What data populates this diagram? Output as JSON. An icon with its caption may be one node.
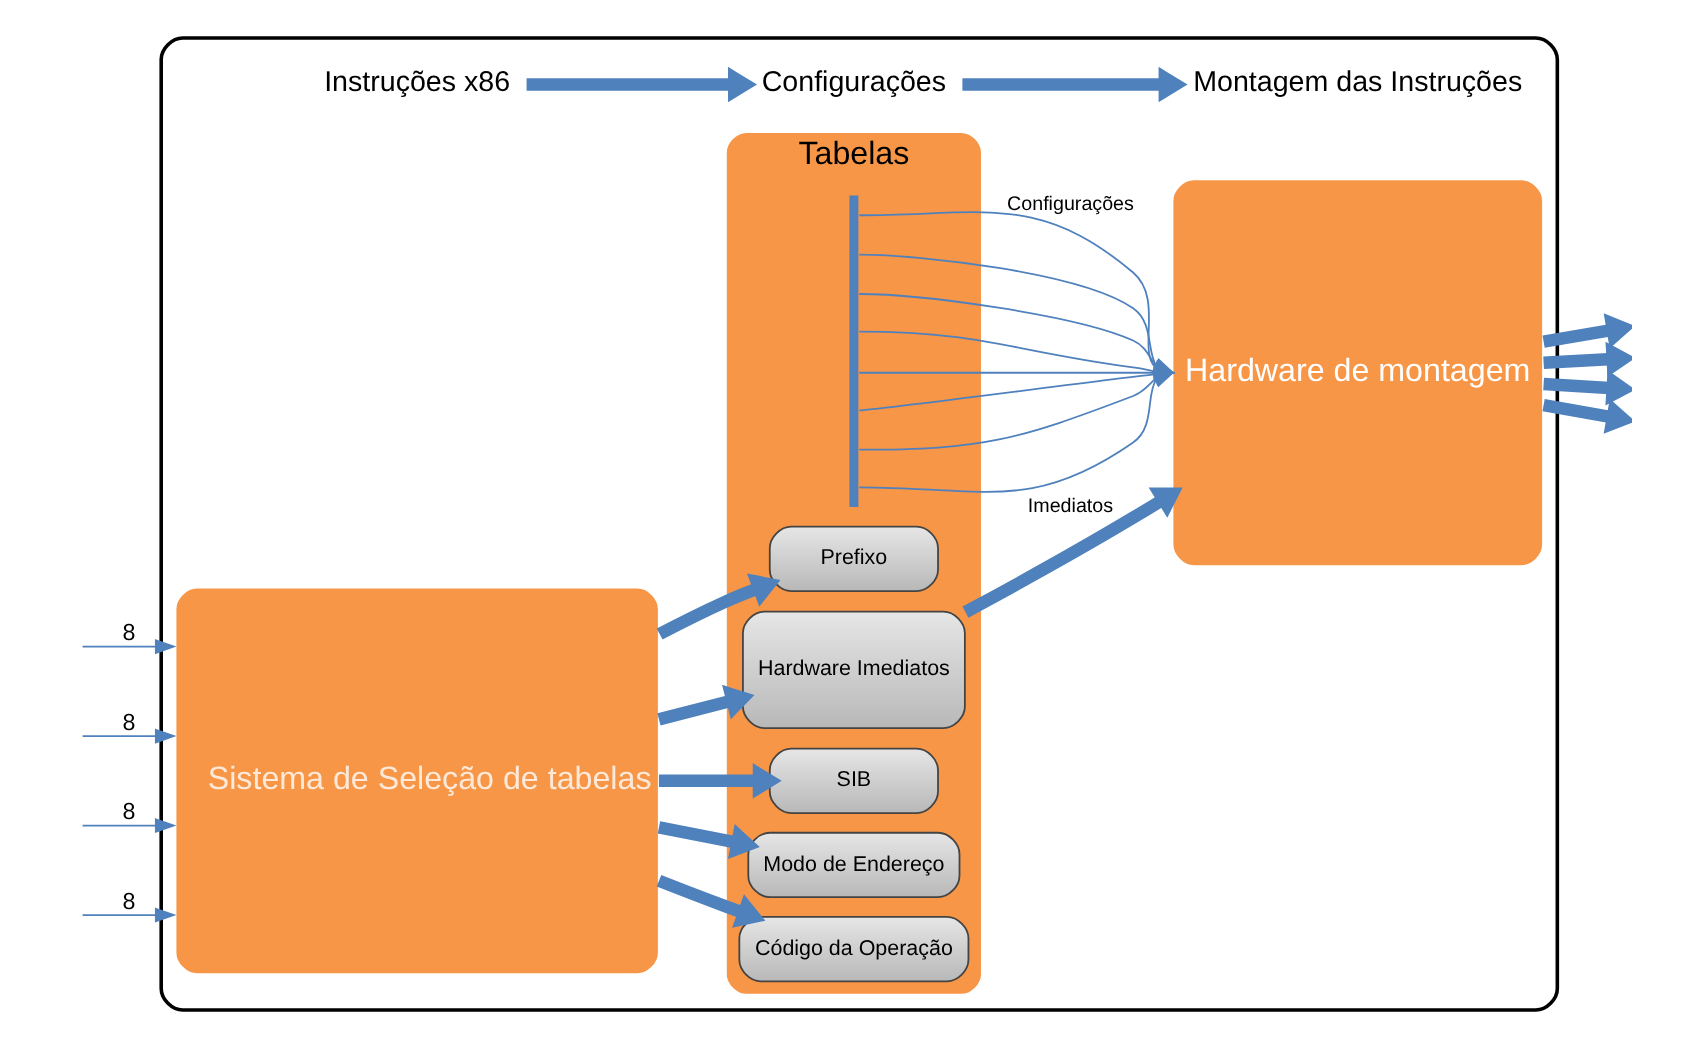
{
  "diagram": {
    "nodes": [
      {
        "text": [],
        "shape": "box"
      },
      {
        "text": [
          "Instruções x86"
        ],
        "in": 0
      },
      {
        "text": [
          "Configurações"
        ],
        "in": 0
      },
      {
        "text": [
          "Montagem das Instruções"
        ],
        "in": 0
      },
      {
        "text": [
          "Sistema de Seleção de tabelas"
        ],
        "in": 0
      },
      {
        "text": [
          "Tabelas"
        ],
        "in": 0
      },
      {
        "text": [
          "Prefixo"
        ],
        "in": 5
      },
      {
        "text": [
          "Código da Operação"
        ],
        "in": 5
      },
      {
        "text": [
          "Modo de Endereço"
        ],
        "in": 5
      },
      {
        "text": [
          "SIB"
        ],
        "in": 5
      },
      {
        "text": [
          "Hardware Imediatos"
        ],
        "in": 5
      },
      {
        "text": [],
        "shape": "bar",
        "in": 5
      },
      {
        "text": [
          "Hardware de montagem"
        ],
        "in": 0
      }
    ],
    "edges": [
      {
        "from": 1,
        "to": 2,
        "arrow": "to",
        "style": "thick"
      },
      {
        "from": 2,
        "to": 3,
        "arrow": "to",
        "style": "thick"
      },
      {
        "from": null,
        "to": 4,
        "arrow": "to",
        "label": "8"
      },
      {
        "from": null,
        "to": 4,
        "arrow": "to",
        "label": "8"
      },
      {
        "from": null,
        "to": 4,
        "arrow": "to",
        "label": "8"
      },
      {
        "from": null,
        "to": 4,
        "arrow": "to",
        "label": "8"
      },
      {
        "from": 4,
        "to": 6,
        "arrow": "to",
        "style": "thick"
      },
      {
        "from": 4,
        "to": 7,
        "arrow": "to",
        "style": "thick"
      },
      {
        "from": 4,
        "to": 8,
        "arrow": "to",
        "style": "thick"
      },
      {
        "from": 4,
        "to": 9,
        "arrow": "to",
        "style": "thick"
      },
      {
        "from": 4,
        "to": 10,
        "arrow": "to",
        "style": "thick"
      },
      {
        "from": 11,
        "to": 12,
        "arrow": "to",
        "label": "Configurações"
      },
      {
        "from": 11,
        "to": 12,
        "arrow": "to"
      },
      {
        "from": 11,
        "to": 12,
        "arrow": "to"
      },
      {
        "from": 11,
        "to": 12,
        "arrow": "to"
      },
      {
        "from": 11,
        "to": 12,
        "arrow": "to"
      },
      {
        "from": 11,
        "to": 12,
        "arrow": "to"
      },
      {
        "from": 11,
        "to": 12,
        "arrow": "to"
      },
      {
        "from": 11,
        "to": 12,
        "arrow": "to"
      },
      {
        "from": 10,
        "to": 12,
        "arrow": "to",
        "style": "thick",
        "label": "Imediatos"
      },
      {
        "from": 12,
        "to": null,
        "arrow": "to",
        "style": "thick"
      },
      {
        "from": 12,
        "to": null,
        "arrow": "to",
        "style": "thick"
      },
      {
        "from": 12,
        "to": null,
        "arrow": "to",
        "style": "thick"
      },
      {
        "from": 12,
        "to": null,
        "arrow": "to",
        "style": "thick"
      }
    ]
  }
}
